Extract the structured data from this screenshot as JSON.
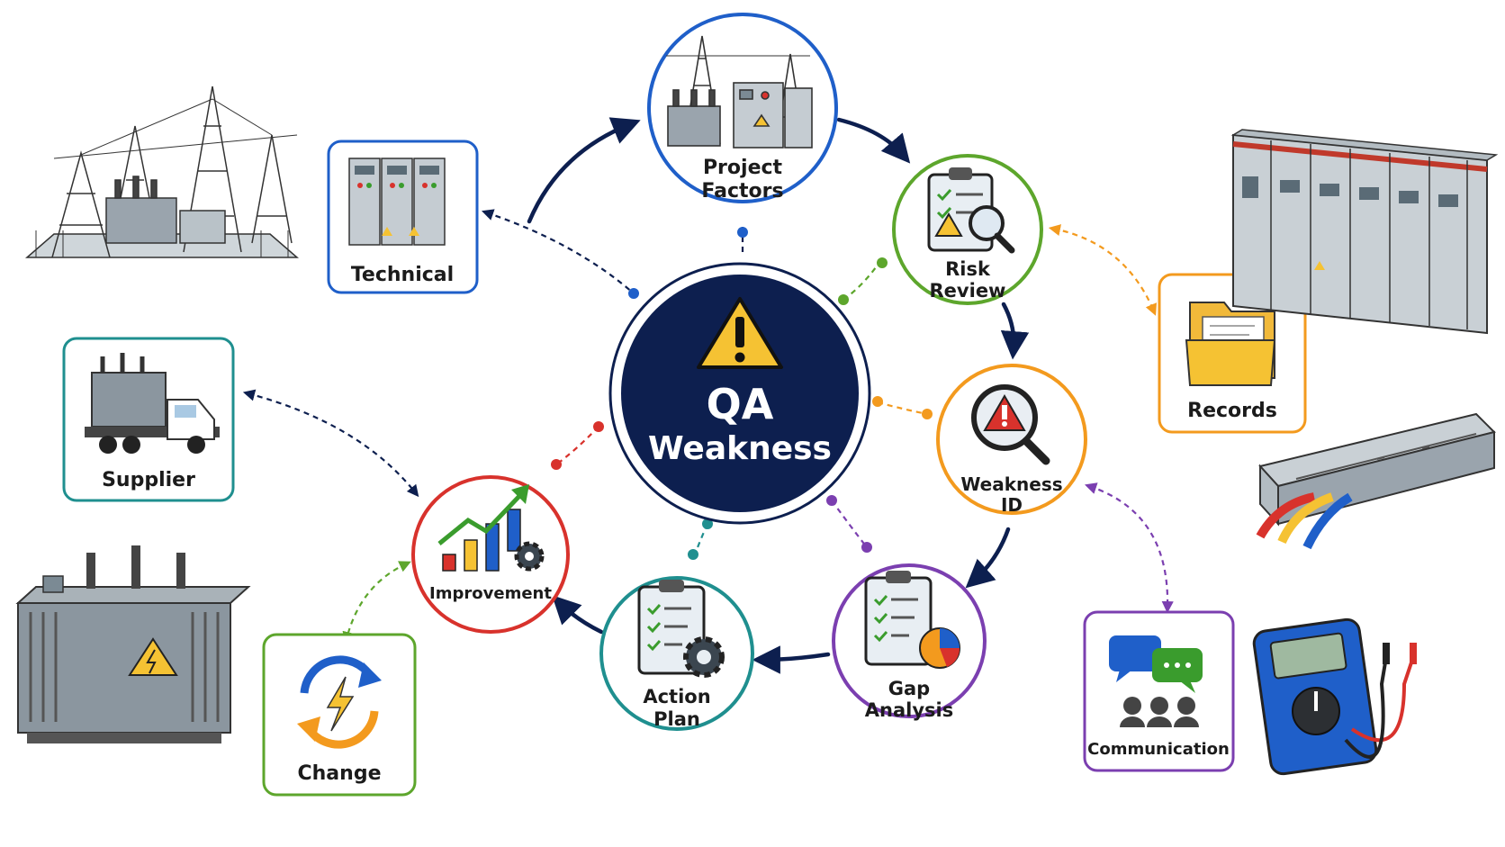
{
  "center": {
    "title_line1": "QA",
    "title_line2": "Weakness",
    "fill": "#0d1f4f",
    "ring": "#0d1f4f",
    "icon": "warning-icon"
  },
  "cycle": [
    {
      "id": "project-factors",
      "line1": "Project",
      "line2": "Factors",
      "color": "#1f5fc9",
      "icon": "substation-icon"
    },
    {
      "id": "risk-review",
      "line1": "Risk",
      "line2": "Review",
      "color": "#5da62c",
      "icon": "clipboard-magnifier-icon"
    },
    {
      "id": "weakness-id",
      "line1": "Weakness",
      "line2": "ID",
      "color": "#f39a1e",
      "icon": "magnifier-alert-icon"
    },
    {
      "id": "gap-analysis",
      "line1": "Gap",
      "line2": "Analysis",
      "color": "#7b3fb0",
      "icon": "checklist-pie-icon"
    },
    {
      "id": "action-plan",
      "line1": "Action",
      "line2": "Plan",
      "color": "#1f8f8f",
      "icon": "checklist-gear-icon"
    },
    {
      "id": "improvement",
      "line1": "Improvement",
      "line2": "",
      "color": "#d8322c",
      "icon": "growth-chart-icon"
    }
  ],
  "factors": [
    {
      "id": "technical",
      "label": "Technical",
      "color": "#1f5fc9",
      "icon": "switchgear-icon"
    },
    {
      "id": "records",
      "label": "Records",
      "color": "#f39a1e",
      "icon": "folder-icon"
    },
    {
      "id": "supplier",
      "label": "Supplier",
      "color": "#1f8f8f",
      "icon": "truck-icon"
    },
    {
      "id": "change",
      "label": "Change",
      "color": "#5da62c",
      "icon": "cycle-lightning-icon"
    },
    {
      "id": "communication",
      "label": "Communication",
      "color": "#7b3fb0",
      "icon": "chat-people-icon"
    }
  ],
  "illustrations": [
    {
      "id": "substation-illustration",
      "icon": "substation-icon"
    },
    {
      "id": "switchgear-illustration",
      "icon": "switchgear-cabinets-icon"
    },
    {
      "id": "cable-tray-illustration",
      "icon": "cable-tray-icon"
    },
    {
      "id": "transformer-illustration",
      "icon": "transformer-icon"
    },
    {
      "id": "multimeter-illustration",
      "icon": "multimeter-icon"
    }
  ]
}
